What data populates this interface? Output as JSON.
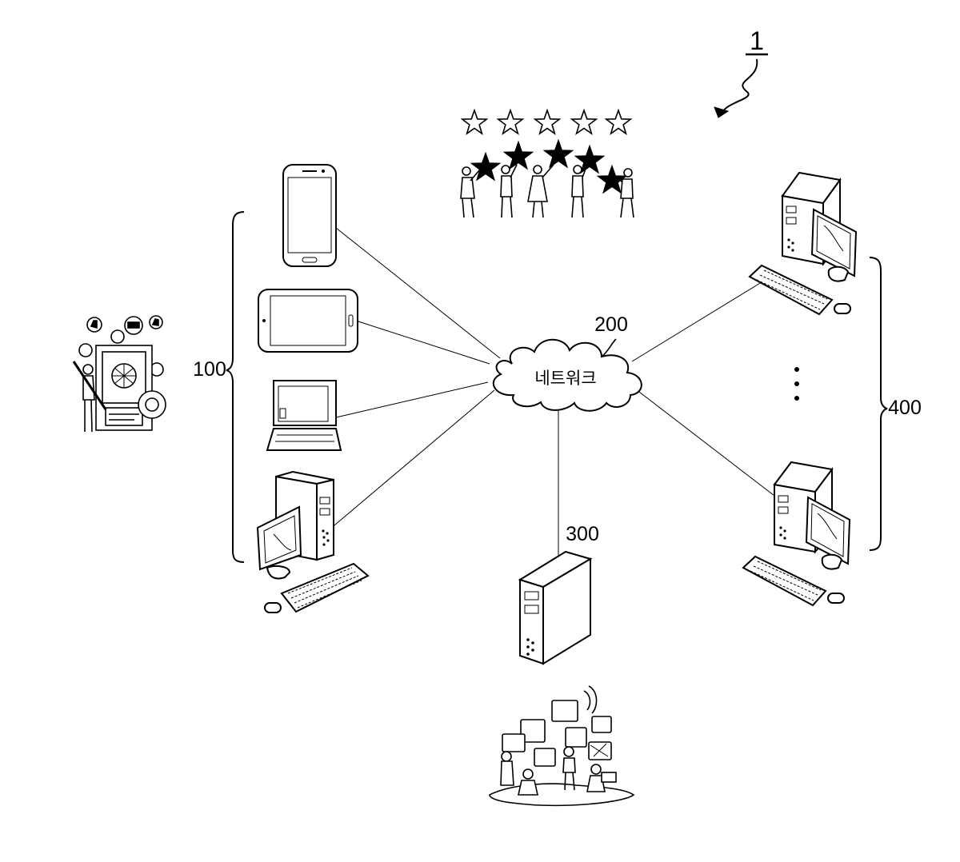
{
  "figure": {
    "figure_number": "1",
    "labels": {
      "user_terminals": "100",
      "network": "200",
      "server": "300",
      "other_terminals": "400"
    },
    "network_text": "네트워크",
    "ellipsis": "⋮"
  },
  "icons": {
    "rating": "five-star-rating-with-people-icon",
    "creator": "content-creator-illustration-icon",
    "community": "online-community-illustration-icon",
    "smartphone": "smartphone-icon",
    "tablet": "tablet-icon",
    "laptop": "laptop-icon",
    "desktop": "desktop-computer-icon",
    "server": "server-tower-icon",
    "cloud": "cloud-icon"
  },
  "colors": {
    "line": "#000000",
    "background": "#ffffff"
  }
}
